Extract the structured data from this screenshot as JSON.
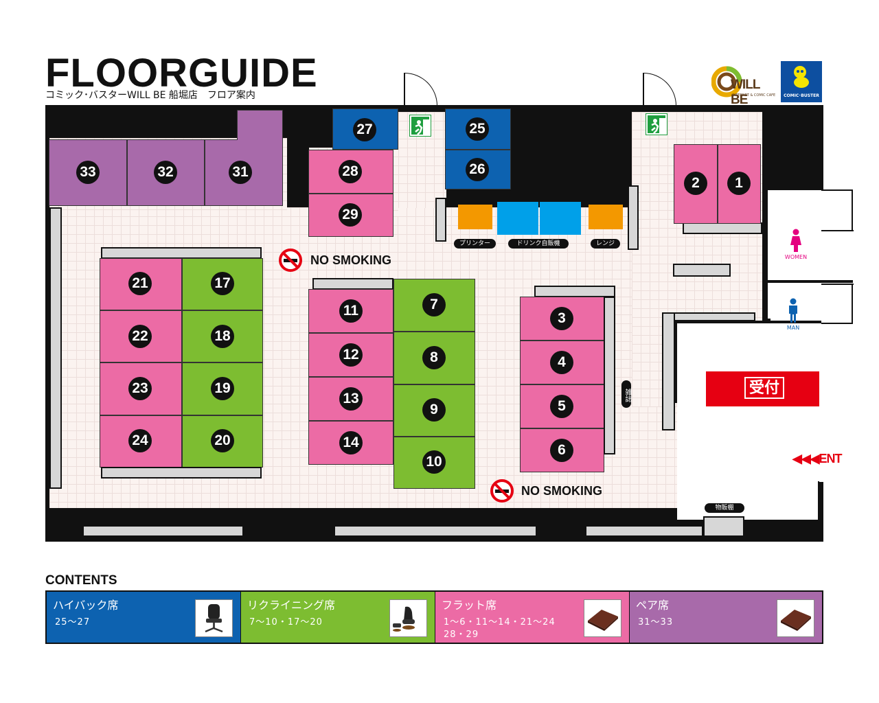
{
  "header": {
    "title": "FLOORGUIDE",
    "subtitle": "コミック･バスターWILL BE 船堀店　フロア案内",
    "logo_willbe": "WILL BE",
    "logo_willbe_sub": "INTERNET & COMIC CAFE",
    "logo_cb": "COMIC･BUSTER"
  },
  "colors": {
    "highback": "#0d62b0",
    "recliner": "#7dbd31",
    "flat": "#ec6ba5",
    "pair": "#a86aaa",
    "reception": "#e60012",
    "drink": "#00a0e9",
    "printer": "#f39800"
  },
  "seats": {
    "s1": "1",
    "s2": "2",
    "s3": "3",
    "s4": "4",
    "s5": "5",
    "s6": "6",
    "s7": "7",
    "s8": "8",
    "s9": "9",
    "s10": "10",
    "s11": "11",
    "s12": "12",
    "s13": "13",
    "s14": "14",
    "s17": "17",
    "s18": "18",
    "s19": "19",
    "s20": "20",
    "s21": "21",
    "s22": "22",
    "s23": "23",
    "s24": "24",
    "s25": "25",
    "s26": "26",
    "s27": "27",
    "s28": "28",
    "s29": "29",
    "s31": "31",
    "s32": "32",
    "s33": "33"
  },
  "facilities": {
    "printer": "プリンター",
    "drink": "ドリンク自販機",
    "range": "レンジ",
    "magazine": "雑誌",
    "goods_shelf": "物販棚",
    "reception": "受付",
    "entrance": "◀◀◀ENT",
    "women": "WOMEN",
    "man": "MAN",
    "no_smoking_1": "NO SMOKING",
    "no_smoking_2": "NO SMOKING"
  },
  "contents": {
    "title": "CONTENTS",
    "items": [
      {
        "label": "ハイバック席",
        "range": "25～27",
        "icon": "office-chair-icon"
      },
      {
        "label": "リクライニング席",
        "range": "7～10・17～20",
        "icon": "recliner-chair-icon"
      },
      {
        "label": "フラット席",
        "range": "1～6・11～14・21～24",
        "range2": "28・29",
        "icon": "flat-mat-icon"
      },
      {
        "label": "ペア席",
        "range": "31～33",
        "icon": "pair-mat-icon"
      }
    ]
  }
}
